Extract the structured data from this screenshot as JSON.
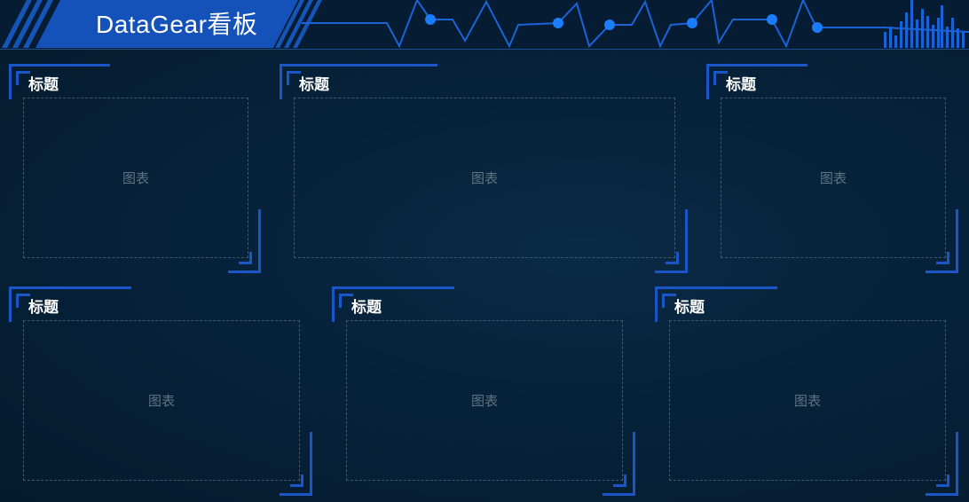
{
  "header": {
    "title": "DataGear看板"
  },
  "panels": [
    {
      "title": "标题",
      "chart_placeholder": "图表"
    },
    {
      "title": "标题",
      "chart_placeholder": "图表"
    },
    {
      "title": "标题",
      "chart_placeholder": "图表"
    },
    {
      "title": "标题",
      "chart_placeholder": "图表"
    },
    {
      "title": "标题",
      "chart_placeholder": "图表"
    },
    {
      "title": "标题",
      "chart_placeholder": "图表"
    }
  ],
  "colors": {
    "background": "#06223a",
    "accent": "#1565e0",
    "frame": "#1b56c8",
    "placeholder_text": "#5f7483",
    "dashed_border": "#3d5b6e"
  }
}
